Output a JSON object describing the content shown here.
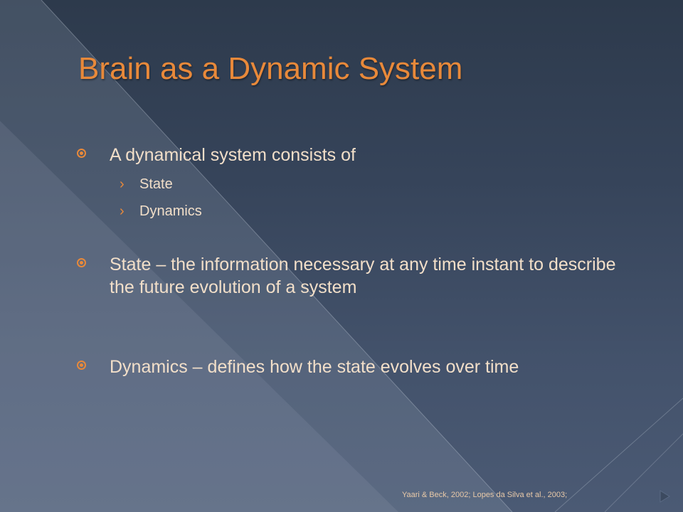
{
  "slide": {
    "title": "Brain as a Dynamic System",
    "bullets": [
      {
        "text": "A dynamical system consists of",
        "subitems": [
          "State",
          "Dynamics"
        ]
      },
      {
        "text": "State – the information necessary at any time instant to describe the future evolution of a system"
      },
      {
        "text": "Dynamics – defines how the state evolves over time"
      }
    ],
    "citation": "Yaari & Beck, 2002; Lopes da Silva et al., 2003;"
  },
  "icons": {
    "bullet_marker": "circled-dot-icon",
    "subbullet_marker": "chevron-right-icon",
    "nav": "triangle-right-icon"
  },
  "colors": {
    "title": "#e8893a",
    "body_text": "#f2dfc9",
    "background_top": "#2d3a4c",
    "background_bottom": "#4b5a74"
  }
}
